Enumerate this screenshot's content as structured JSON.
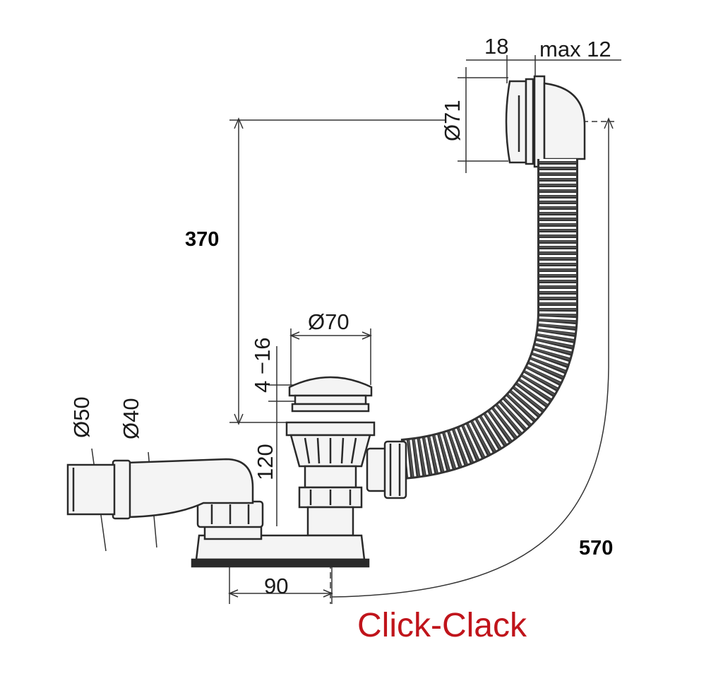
{
  "dimensions": {
    "overflow_width": "18",
    "overflow_max": "max 12",
    "overflow_diameter": "Ø71",
    "height_370": "370",
    "waste_diameter": "Ø70",
    "adjust_range": "4 −16",
    "height_120": "120",
    "outlet_50": "Ø50",
    "outlet_40": "Ø40",
    "offset_90": "90",
    "length_570": "570"
  },
  "brand": {
    "text": "Click-Clack",
    "color": "#c0141b"
  },
  "colors": {
    "line": "#2a2a2a",
    "hose": "#3a3a3a",
    "fill": "#f2f2f2"
  }
}
